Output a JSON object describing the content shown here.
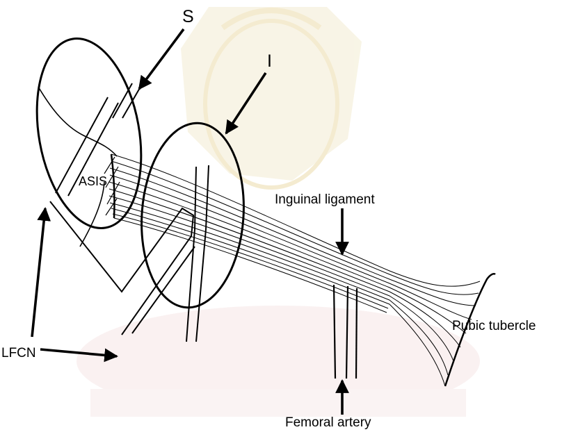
{
  "labels": {
    "s": "S",
    "i": "I",
    "asis": "ASIS",
    "inguinal_ligament": "Inguinal ligament",
    "pubic_tubercle": "Pubic tubercle",
    "lfcn": "LFCN",
    "femoral_artery": "Femoral artery"
  },
  "colors": {
    "ink": "#000000",
    "watermark": "#f3ecd2",
    "watermark_pink": "#f6e6e6"
  }
}
